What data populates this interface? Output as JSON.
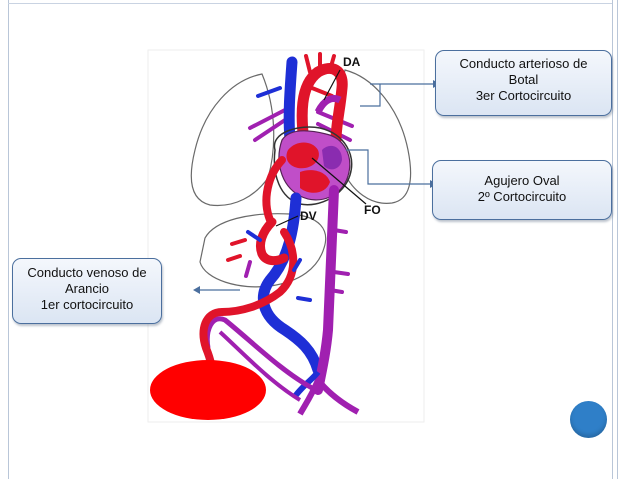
{
  "diagram": {
    "labels": {
      "da": "DA",
      "dv": "DV",
      "fo": "FO"
    },
    "colors": {
      "arterial": "#e0142a",
      "venous": "#1e2fd6",
      "mixed": "#a020b0",
      "placenta": "#ff0000",
      "callout_border": "#4b6f9e",
      "nav_dot": "#2f7fc8"
    }
  },
  "callouts": {
    "ductus_arteriosus": {
      "line1": "Conducto arterioso de",
      "line2": "Botal",
      "line3": "3er Cortocircuito"
    },
    "foramen_ovale": {
      "line1": "Agujero Oval",
      "line2": "2º Cortocircuito"
    },
    "ductus_venosus": {
      "line1": "Conducto venoso de",
      "line2": "Arancio",
      "line3": "1er cortocircuito"
    }
  }
}
